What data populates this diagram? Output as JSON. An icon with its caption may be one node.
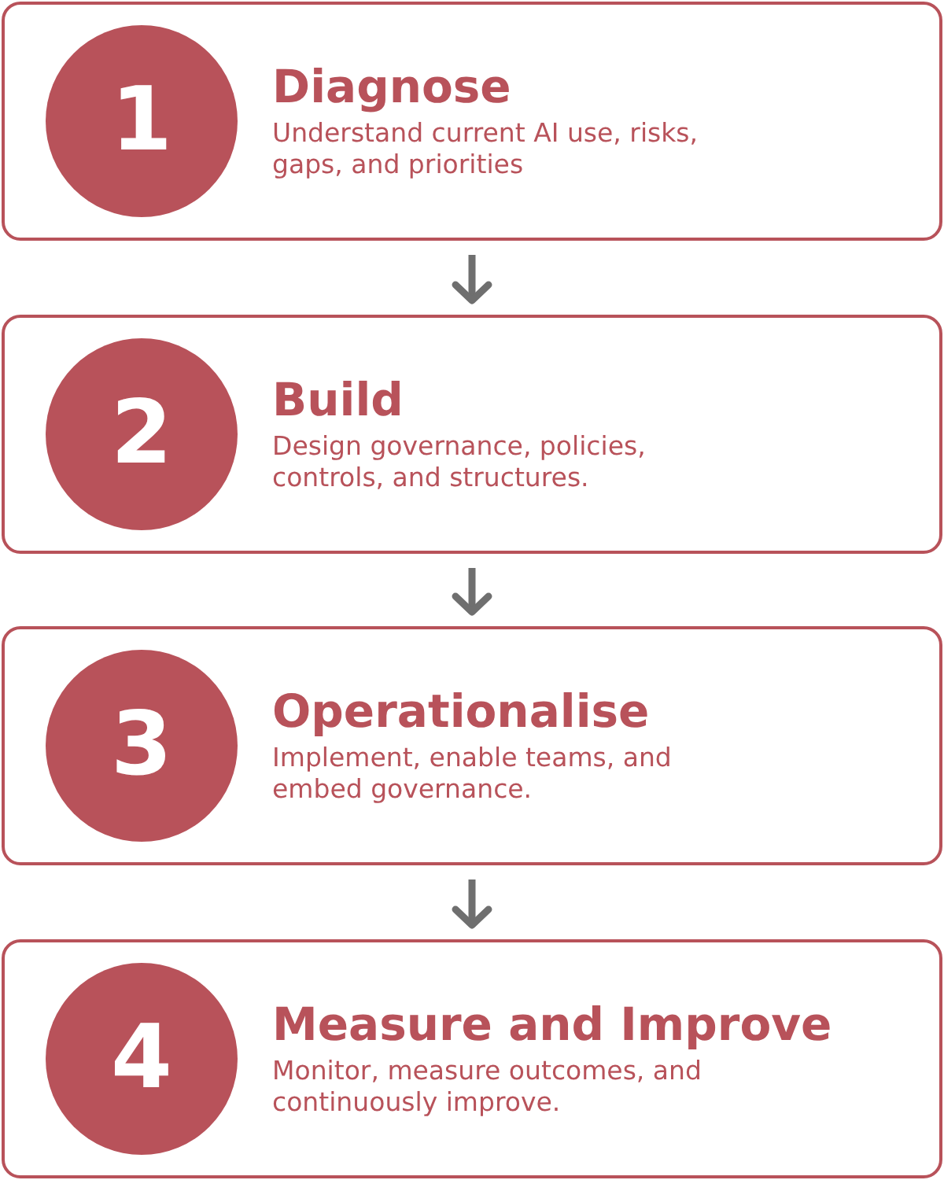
{
  "diagram": {
    "nodes": [
      {
        "text": [
          "Diagnose",
          "Understand current AI use, risks, gaps, and priorities"
        ]
      },
      {
        "text": [
          "1"
        ],
        "in": 0
      },
      {
        "text": [
          "Build",
          "Design governance, policies, controls, and structures."
        ]
      },
      {
        "text": [
          "2"
        ],
        "in": 2
      },
      {
        "text": [
          "Operationalise",
          "Implement, enable teams, and embed governance."
        ]
      },
      {
        "text": [
          "3"
        ],
        "in": 4
      },
      {
        "text": [
          "Measure and Improve",
          "Monitor, measure outcomes, and continuously improve."
        ]
      },
      {
        "text": [
          "4"
        ],
        "in": 6
      }
    ],
    "edges": [
      {
        "from": 0,
        "to": 2,
        "arrow": "to"
      },
      {
        "from": 2,
        "to": 4,
        "arrow": "to"
      },
      {
        "from": 4,
        "to": 6,
        "arrow": "to"
      }
    ]
  }
}
